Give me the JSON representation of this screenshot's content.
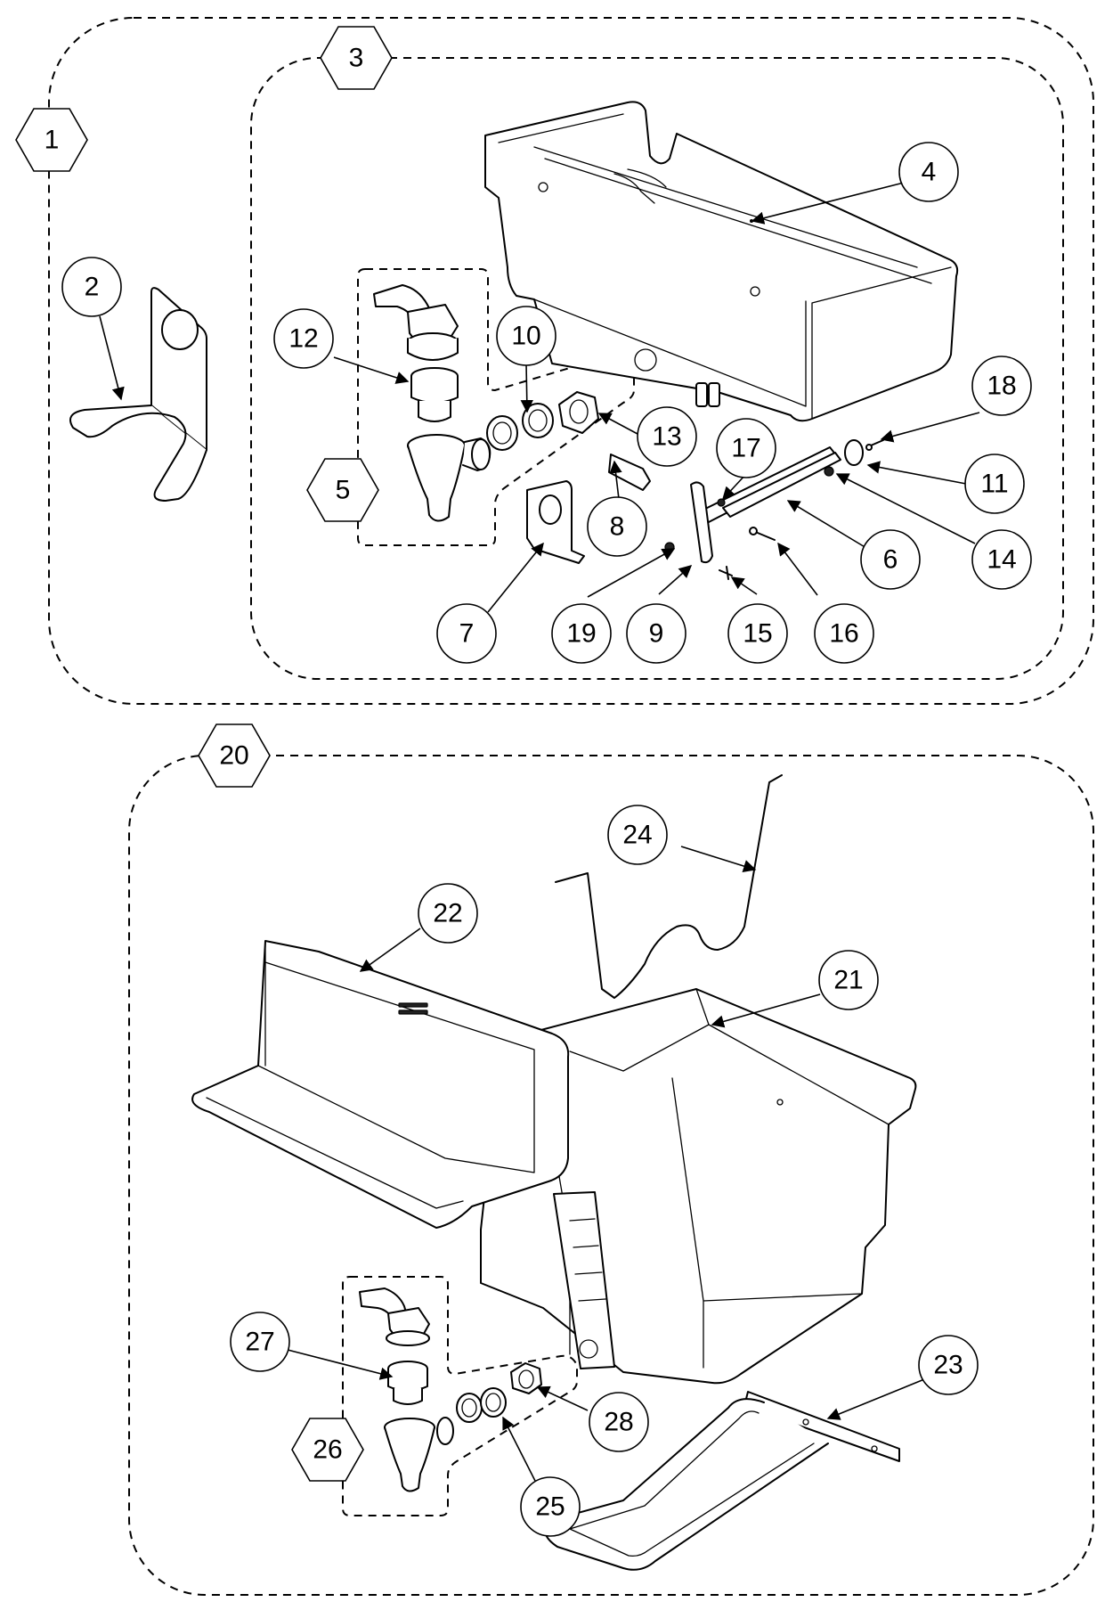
{
  "groups": {
    "assembly_outer": "1",
    "assembly_top": "3",
    "valve_top": "5",
    "assembly_bottom": "20",
    "valve_bottom": "26"
  },
  "callouts": [
    "2",
    "4",
    "6",
    "7",
    "8",
    "9",
    "10",
    "11",
    "12",
    "13",
    "14",
    "15",
    "16",
    "17",
    "18",
    "19",
    "21",
    "22",
    "23",
    "24",
    "25",
    "27",
    "28"
  ]
}
